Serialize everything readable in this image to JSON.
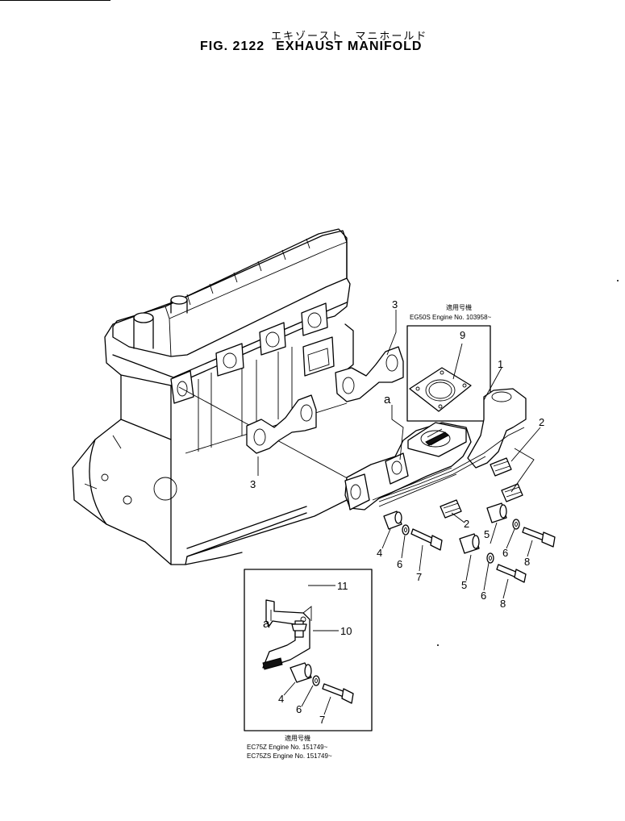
{
  "header": {
    "title_jp": "エキゾースト　マニホールド",
    "fig_label": "FIG. 2122",
    "title": "EXHAUST MANIFOLD"
  },
  "callouts": {
    "n1": "1",
    "n2a": "2",
    "n2b": "2",
    "n3a": "3",
    "n3b": "3",
    "n4a": "4",
    "n4b": "4",
    "n5a": "5",
    "n5b": "5",
    "n6a": "6",
    "n6b": "6",
    "n6c": "6",
    "n7a": "7",
    "n7b": "7",
    "n8a": "8",
    "n8b": "8",
    "n9": "9",
    "n10": "10",
    "n11": "11",
    "ref_a1": "a",
    "ref_a2": "a"
  },
  "applicability_top": {
    "heading": "適用号機",
    "line1": "EG50S  Engine  No. 103958~"
  },
  "applicability_bottom": {
    "heading": "適用号機",
    "line1": "EC75Z    Engine  No.  151749~",
    "line2": "EC75ZS  Engine  No.  151749~"
  }
}
